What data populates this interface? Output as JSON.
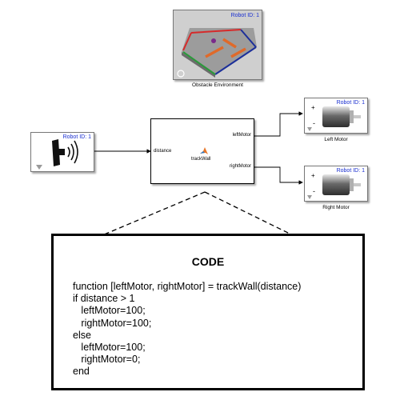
{
  "obstacle_env": {
    "robot_id": "Robot ID: 1",
    "caption": "Obstacle Environment"
  },
  "sensor": {
    "robot_id": "Robot ID: 1"
  },
  "track_wall": {
    "name": "trackWall",
    "input_port": "distance",
    "output_left": "leftMotor",
    "output_right": "rightMotor"
  },
  "left_motor": {
    "robot_id": "Robot ID: 1",
    "caption": "Left Motor"
  },
  "right_motor": {
    "robot_id": "Robot ID: 1",
    "caption": "Right Motor"
  },
  "code": {
    "title": "CODE",
    "lines": [
      "function [leftMotor, rightMotor] = trackWall(distance)",
      "if distance > 1",
      "   leftMotor=100;",
      "   rightMotor=100;",
      "else",
      "   leftMotor=100;",
      "   rightMotor=0;",
      "end"
    ]
  },
  "colors": {
    "robot_id": "#1a2fd0",
    "platform_gray": "#8a8a8a",
    "wall_orange": "#e06a2a",
    "edge_red": "#d62a2a",
    "edge_green": "#2a9a3a",
    "edge_blue": "#1c2f9a"
  }
}
